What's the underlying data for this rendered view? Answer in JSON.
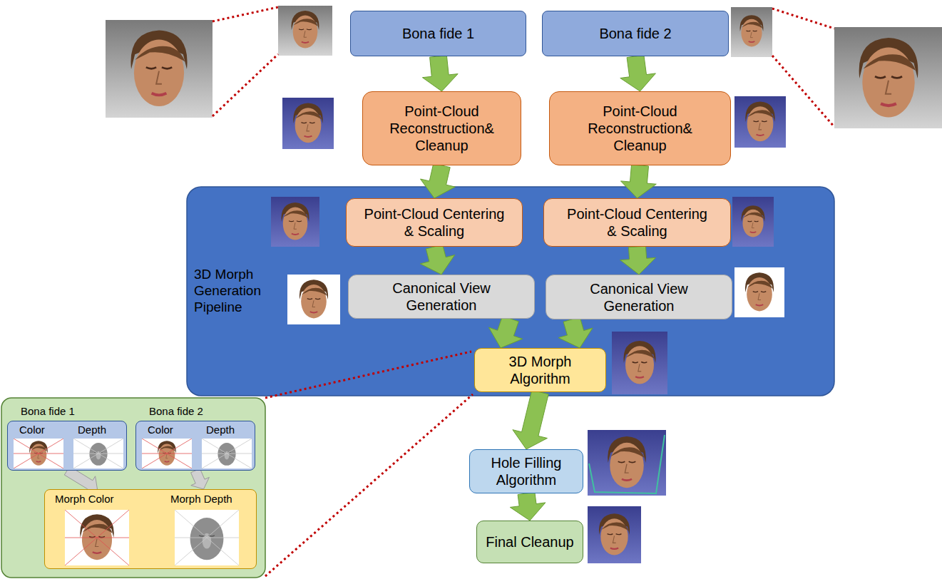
{
  "diagram": {
    "nodes": [
      {
        "text": [
          "Bona fide 1"
        ]
      },
      {
        "text": [
          "Bona fide 2"
        ]
      },
      {
        "text": [
          "Point-Cloud Reconstruction& Cleanup"
        ]
      },
      {
        "text": [
          "Point-Cloud Reconstruction& Cleanup"
        ]
      },
      {
        "text": [
          "3D Morph Generation Pipeline"
        ]
      },
      {
        "text": [
          "Point-Cloud Centering & Scaling"
        ],
        "in": 4
      },
      {
        "text": [
          "Point-Cloud Centering & Scaling"
        ],
        "in": 4
      },
      {
        "text": [
          "Canonical View Generation"
        ],
        "in": 4
      },
      {
        "text": [
          "Canonical View Generation"
        ],
        "in": 4
      },
      {
        "text": [
          "3D Morph Algorithm"
        ],
        "in": 4
      },
      {
        "text": [
          "Hole Filling Algorithm"
        ]
      },
      {
        "text": [
          "Final Cleanup"
        ]
      },
      {
        "text": [
          "Bona fide 1",
          "Color",
          "Depth"
        ]
      },
      {
        "text": [
          "Bona fide 2",
          "Color",
          "Depth"
        ]
      },
      {
        "text": [
          "Morph Color",
          "Morph Depth"
        ]
      }
    ],
    "edges": [
      {
        "from": 0,
        "to": 2,
        "arrow": "to"
      },
      {
        "from": 1,
        "to": 3,
        "arrow": "to"
      },
      {
        "from": 2,
        "to": 5,
        "arrow": "to"
      },
      {
        "from": 3,
        "to": 6,
        "arrow": "to"
      },
      {
        "from": 5,
        "to": 7,
        "arrow": "to"
      },
      {
        "from": 6,
        "to": 8,
        "arrow": "to"
      },
      {
        "from": 7,
        "to": 9,
        "arrow": "to"
      },
      {
        "from": 8,
        "to": 9,
        "arrow": "to"
      },
      {
        "from": 9,
        "to": 10,
        "arrow": "to"
      },
      {
        "from": 10,
        "to": 11,
        "arrow": "to"
      },
      {
        "from": 12,
        "to": 14,
        "arrow": "to"
      },
      {
        "from": 13,
        "to": 14,
        "arrow": "to"
      }
    ]
  }
}
